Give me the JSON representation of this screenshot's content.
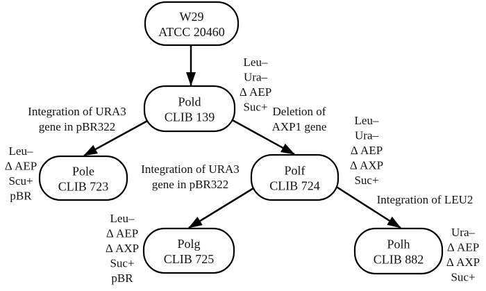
{
  "diagram": {
    "type": "flowchart",
    "nodes": [
      {
        "id": "w29",
        "line1": "W29",
        "line2": "ATCC 20460"
      },
      {
        "id": "pold",
        "line1": "Pold",
        "line2": "CLIB 139"
      },
      {
        "id": "pole",
        "line1": "Pole",
        "line2": "CLIB 723"
      },
      {
        "id": "polf",
        "line1": "Polf",
        "line2": "CLIB 724"
      },
      {
        "id": "polg",
        "line1": "Polg",
        "line2": "CLIB 725"
      },
      {
        "id": "polh",
        "line1": "Polh",
        "line2": "CLIB 882"
      }
    ],
    "edges": [
      {
        "from": "w29",
        "to": "pold",
        "label": []
      },
      {
        "from": "pold",
        "to": "pole",
        "label": [
          "Integration of URA3",
          "gene in pBR322"
        ]
      },
      {
        "from": "pold",
        "to": "polf",
        "label": [
          "Deletion of",
          "AXP1 gene"
        ]
      },
      {
        "from": "polf",
        "to": "polg",
        "label": [
          "Integration of URA3",
          "gene in pBR322"
        ]
      },
      {
        "from": "polf",
        "to": "polh",
        "label": [
          "Integration of LEU2"
        ]
      }
    ],
    "genotypes": [
      {
        "node": "pold",
        "lines": [
          "Leu–",
          "Ura–",
          "Δ AEP",
          "Suc+"
        ]
      },
      {
        "node": "pole",
        "lines": [
          "Leu–",
          "Δ AEP",
          "Scu+",
          "pBR"
        ]
      },
      {
        "node": "polf",
        "lines": [
          "Leu–",
          "Ura–",
          "Δ AEP",
          "Δ AXP",
          "Suc+"
        ]
      },
      {
        "node": "polg",
        "lines": [
          "Leu–",
          "Δ AEP",
          "Δ AXP",
          "Suc+",
          "pBR"
        ]
      },
      {
        "node": "polh",
        "lines": [
          "Ura–",
          "Δ AEP",
          "Δ AXP",
          "Suc+"
        ]
      }
    ]
  }
}
